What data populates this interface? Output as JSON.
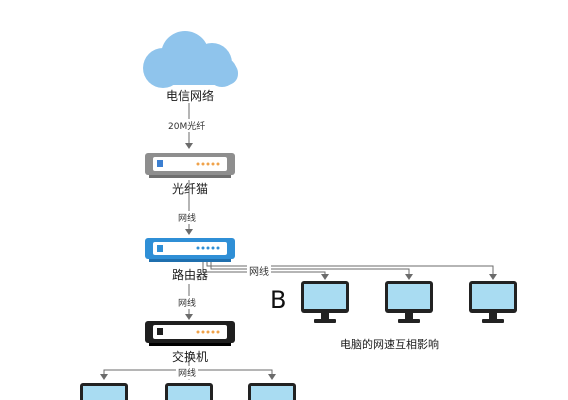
{
  "nodes": {
    "cloud": {
      "label": "电信网络",
      "color": "#8fc4ec"
    },
    "modem": {
      "label": "光纤猫",
      "color": "#8e8e8e"
    },
    "router": {
      "label": "路由器",
      "color": "#2f8fd6"
    },
    "switch": {
      "label": "交换机",
      "color": "#1f1f1f"
    }
  },
  "edges": {
    "fiber": "20M光纤",
    "modem_router": "网线",
    "router_switch": "网线",
    "router_branch": "网线",
    "switch_branch": "网线"
  },
  "group_b": {
    "marker": "B",
    "caption": "电脑的网速互相影响"
  },
  "colors": {
    "monitor_screen": "#a9dcf2",
    "monitor_frame": "#222222",
    "line": "#6b6b6b",
    "led": "#f0a24a"
  }
}
